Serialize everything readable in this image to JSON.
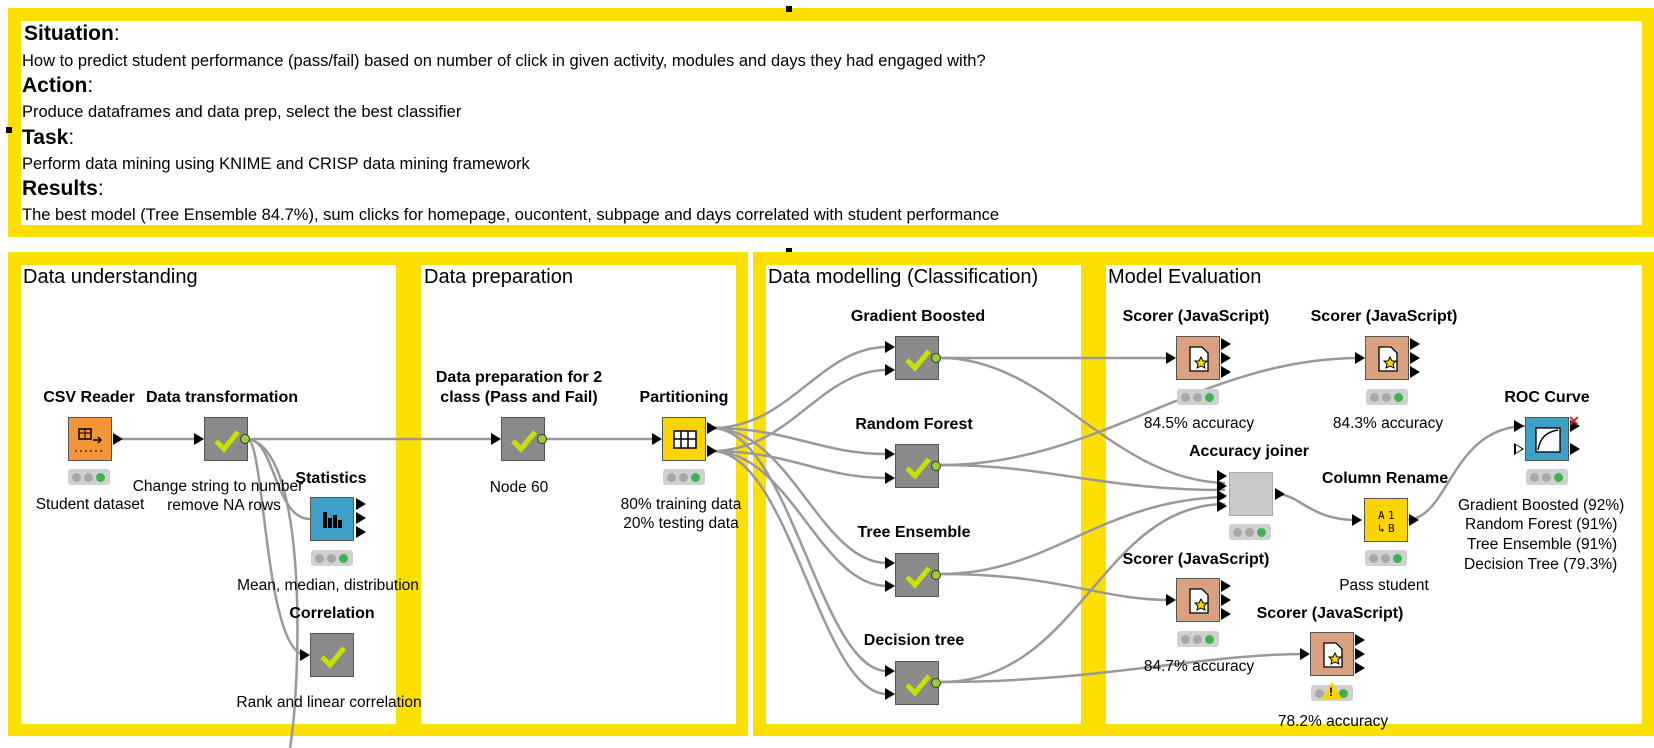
{
  "header": {
    "situation_title": "Situation",
    "situation_text": "How to predict student performance (pass/fail) based on number of click in given activity, modules and days they had engaged with?",
    "action_title": "Action",
    "action_text": "Produce dataframes and data prep, select the best classifier",
    "task_title": "Task",
    "task_text": "Perform data mining using KNIME and CRISP data mining framework",
    "results_title": "Results",
    "results_text": "The best model (Tree Ensemble 84.7%), sum clicks for homepage, oucontent, subpage and days correlated with student performance",
    "colon": ":"
  },
  "sections": {
    "data_understanding": "Data understanding",
    "data_preparation": "Data preparation",
    "data_modelling": "Data modelling (Classification)",
    "model_evaluation": "Model Evaluation"
  },
  "nodes": {
    "csv_reader": {
      "title": "CSV Reader",
      "label": "Student dataset"
    },
    "data_transformation": {
      "title": "Data transformation",
      "label1": "Change string to number",
      "label2": "remove NA rows"
    },
    "statistics": {
      "title": "Statistics",
      "label": "Mean, median, distribution"
    },
    "correlation": {
      "title": "Correlation",
      "label": "Rank and linear correlation"
    },
    "data_prep_2class": {
      "title1": "Data preparation for 2",
      "title2": "class (Pass and Fail)",
      "label": "Node 60"
    },
    "partitioning": {
      "title": "Partitioning",
      "label1": "80% training data",
      "label2": "20% testing data"
    },
    "gradient_boosted": {
      "title": "Gradient Boosted"
    },
    "random_forest": {
      "title": "Random Forest"
    },
    "tree_ensemble": {
      "title": "Tree Ensemble"
    },
    "decision_tree": {
      "title": "Decision tree"
    },
    "scorer_1": {
      "title": "Scorer (JavaScript)",
      "label": "84.5% accuracy"
    },
    "scorer_2": {
      "title": "Scorer (JavaScript)",
      "label": "84.3% accuracy"
    },
    "scorer_3": {
      "title": "Scorer (JavaScript)",
      "label": "84.7% accuracy"
    },
    "scorer_4": {
      "title": "Scorer (JavaScript)",
      "label": "78.2% accuracy"
    },
    "accuracy_joiner": {
      "title": "Accuracy joiner"
    },
    "column_rename": {
      "title": "Column Rename",
      "label": "Pass student"
    },
    "roc_curve": {
      "title": "ROC Curve",
      "label1": "Gradient Boosted (92%)",
      "label2": "Random Forest (91%)",
      "label3": "Tree Ensemble (91%)",
      "label4": "Decision Tree (79.3%)"
    }
  },
  "colors": {
    "annotation_yellow": "#fde000",
    "node_gray": "#8a8a8a",
    "csv_orange": "#f39437",
    "partition_yellow": "#fcd400",
    "stats_blue": "#3ea0c8",
    "scorer_tan": "#d9a17f",
    "check_green": "#c8e000",
    "status_green": "#3cb44b",
    "wire_gray": "#999999"
  },
  "icons": {
    "executed": "checkmark-icon",
    "csv": "table-arrow-icon",
    "partition": "grid-icon",
    "statistics": "histogram-icon",
    "scorer": "document-star-icon",
    "rename": "rename-icon",
    "roc": "curve-icon",
    "warning": "warning-icon"
  }
}
